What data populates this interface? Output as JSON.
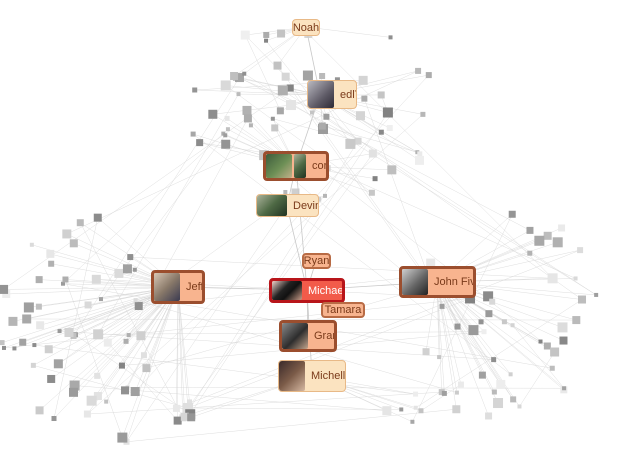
{
  "graph": {
    "accent_focus": "#f25b4a",
    "accent_node": "#f8b48f",
    "accent_light": "#fbe3c0",
    "edge_color": "#cccccc",
    "nodes": {
      "noah": {
        "label": "Noah"
      },
      "edlt": {
        "label": "edlT",
        "avatar": "user-photo-icon"
      },
      "corey": {
        "label": "corey",
        "avatar": "user-photo-icon"
      },
      "devin": {
        "label": "Devin",
        "avatar": "user-photo-icon"
      },
      "jeff": {
        "label": "Jeff",
        "avatar": "user-photo-icon"
      },
      "ryan": {
        "label": "Ryan"
      },
      "michael": {
        "label": "Michael",
        "avatar": "user-photo-icon"
      },
      "tamara": {
        "label": "Tamara"
      },
      "john_five": {
        "label": "John Five",
        "avatar": "user-photo-icon"
      },
      "grant": {
        "label": "Grant",
        "avatar": "user-photo-icon"
      },
      "michelle": {
        "label": "Michelle",
        "avatar": "user-photo-icon"
      }
    }
  }
}
